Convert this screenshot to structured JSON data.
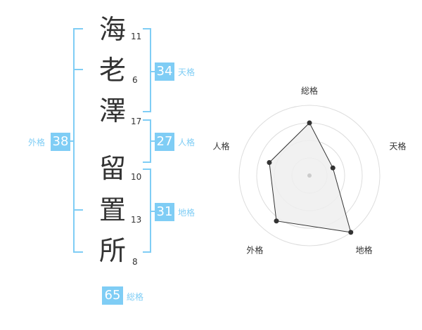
{
  "characters": [
    {
      "char": "海",
      "strokes": "11"
    },
    {
      "char": "老",
      "strokes": "6"
    },
    {
      "char": "澤",
      "strokes": "17"
    },
    {
      "char": "留",
      "strokes": "10"
    },
    {
      "char": "置",
      "strokes": "13"
    },
    {
      "char": "所",
      "strokes": "8"
    }
  ],
  "scores": {
    "tenkaku": {
      "value": "34",
      "label": "天格"
    },
    "jinkaku": {
      "value": "27",
      "label": "人格"
    },
    "chikaku": {
      "value": "31",
      "label": "地格"
    },
    "gaikaku": {
      "value": "38",
      "label": "外格"
    },
    "soukaku": {
      "value": "65",
      "label": "総格"
    }
  },
  "chart_data": {
    "type": "radar",
    "axes": [
      "総格",
      "天格",
      "地格",
      "外格",
      "人格"
    ],
    "values": [
      0.75,
      0.35,
      1.0,
      0.8,
      0.6
    ],
    "rings": 4,
    "max": 1.0,
    "colors": {
      "fill": "#efefef",
      "line": "#333333",
      "ring": "#dddddd",
      "point": "#333333",
      "center": "#cccccc"
    }
  },
  "theme": {
    "accent": "#7fcdf5",
    "text": "#333333"
  }
}
